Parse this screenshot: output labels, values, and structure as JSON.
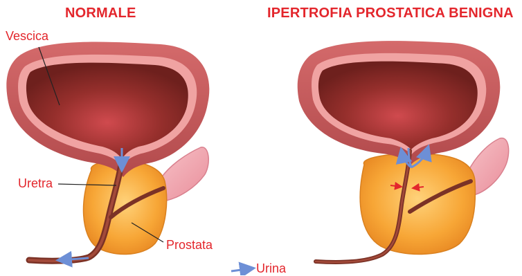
{
  "titles": {
    "normal": "NORMALE",
    "bph": "IPERTROFIA PROSTATICA BENIGNA"
  },
  "labels": {
    "bladder": "Vescica",
    "urethra": "Uretra",
    "prostate": "Prostata",
    "urine": "Urina"
  },
  "colors": {
    "title_red": "#e3262c",
    "bladder_outer": "#c85a5a",
    "bladder_inner": "#8e2b27",
    "prostate": "#f5a233",
    "urethra": "#8a3a2c",
    "urine_arrow": "#6d8fd6",
    "compression_arrow": "#e3262c"
  },
  "icons": {
    "urine_arrow": "arrow-right-icon",
    "compression_arrows": "compression-arrows-icon"
  }
}
